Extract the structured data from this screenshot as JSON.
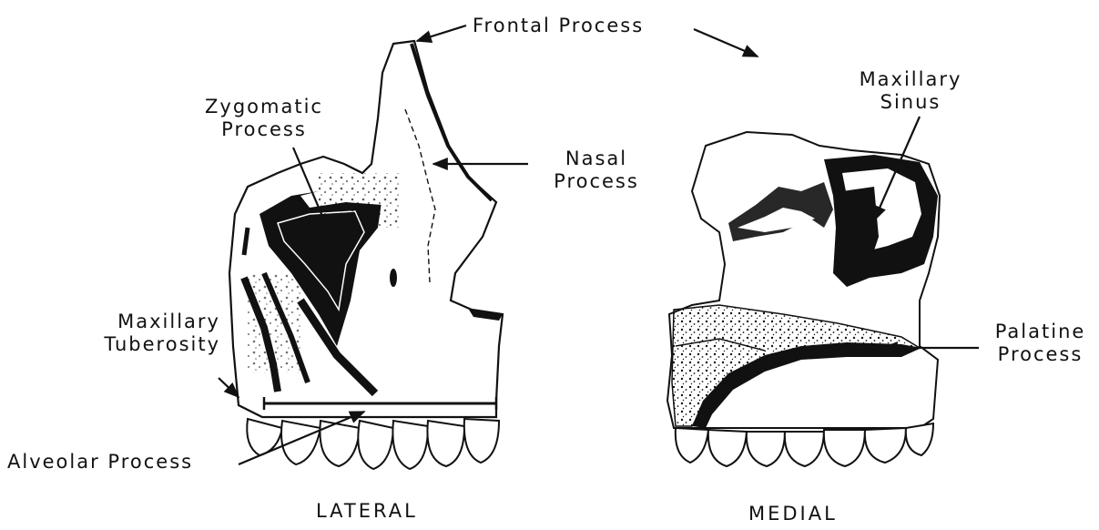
{
  "labels": {
    "frontal_process": "Frontal Process",
    "zygomatic_process": [
      "Zygomatic",
      "Process"
    ],
    "nasal_process": [
      "Nasal",
      "Process"
    ],
    "maxillary_tuberosity": [
      "Maxillary",
      "Tuberosity"
    ],
    "alveolar_process": "Alveolar Process",
    "maxillary_sinus": [
      "Maxillary",
      "Sinus"
    ],
    "palatine_process": [
      "Palatine",
      "Process"
    ]
  },
  "views": {
    "lateral": "LATERAL",
    "medial": "MEDIAL"
  },
  "colors": {
    "ink": "#111111",
    "background": "#ffffff"
  }
}
